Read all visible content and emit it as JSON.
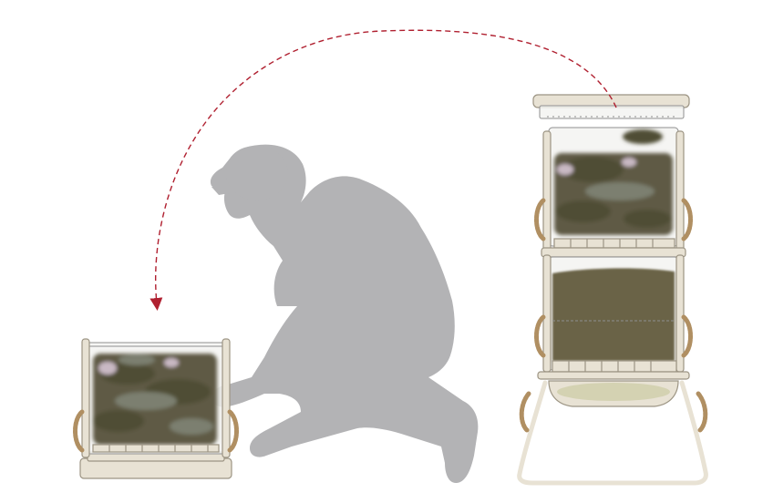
{
  "diagram": {
    "colors": {
      "background": "#ffffff",
      "silhouette": "#b3b3b5",
      "frame_fill": "#e8e2d4",
      "frame_stroke": "#9c9483",
      "bin_glass": "#f3f3f1",
      "bin_outline": "#8f8f8f",
      "compost_dark": "#4f4e36",
      "compost_mid": "#5e5a44",
      "compost_light": "#7c7f70",
      "leaf_highlight": "#c9b9c4",
      "soil": "#6b6347",
      "drip_tray_liquid": "#d4d2b2",
      "rope": "#b08f62",
      "arrow": "#b02030"
    },
    "arrow_style": "dashed",
    "elements": [
      "kneeling-person-silhouette",
      "single-compost-bin",
      "stacked-compost-tower",
      "transfer-arrow"
    ]
  }
}
